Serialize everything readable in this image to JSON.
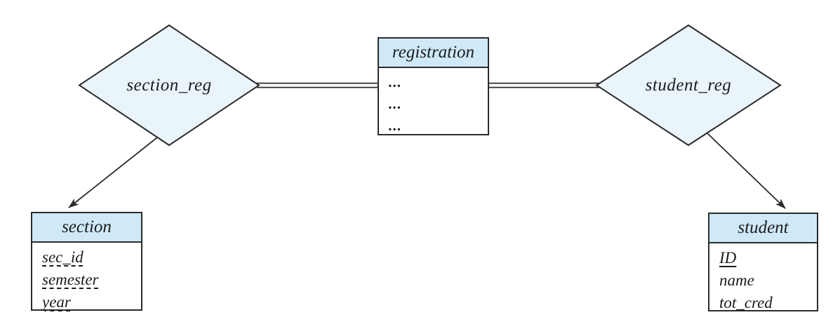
{
  "diagram_title": "E-R diagram with a ternary-style registration entity linking sections and students",
  "colors": {
    "diamond_fill": "#e9f4fb",
    "header_fill": "#cfe9f8",
    "stroke": "#2b2b2b"
  },
  "relationships": {
    "section_reg": {
      "label": "section_reg"
    },
    "student_reg": {
      "label": "student_reg"
    }
  },
  "entities": {
    "registration": {
      "title": "registration",
      "attributes": [
        {
          "label": "...",
          "underline": "none"
        },
        {
          "label": "...",
          "underline": "none"
        },
        {
          "label": "...",
          "underline": "none"
        }
      ]
    },
    "section": {
      "title": "section",
      "attributes": [
        {
          "label": "sec_id",
          "underline": "dashed"
        },
        {
          "label": "semester",
          "underline": "dashed"
        },
        {
          "label": "year",
          "underline": "dashed"
        }
      ]
    },
    "student": {
      "title": "student",
      "attributes": [
        {
          "label": "ID",
          "underline": "solid"
        },
        {
          "label": "name",
          "underline": "none"
        },
        {
          "label": "tot_cred",
          "underline": "none"
        }
      ]
    }
  }
}
